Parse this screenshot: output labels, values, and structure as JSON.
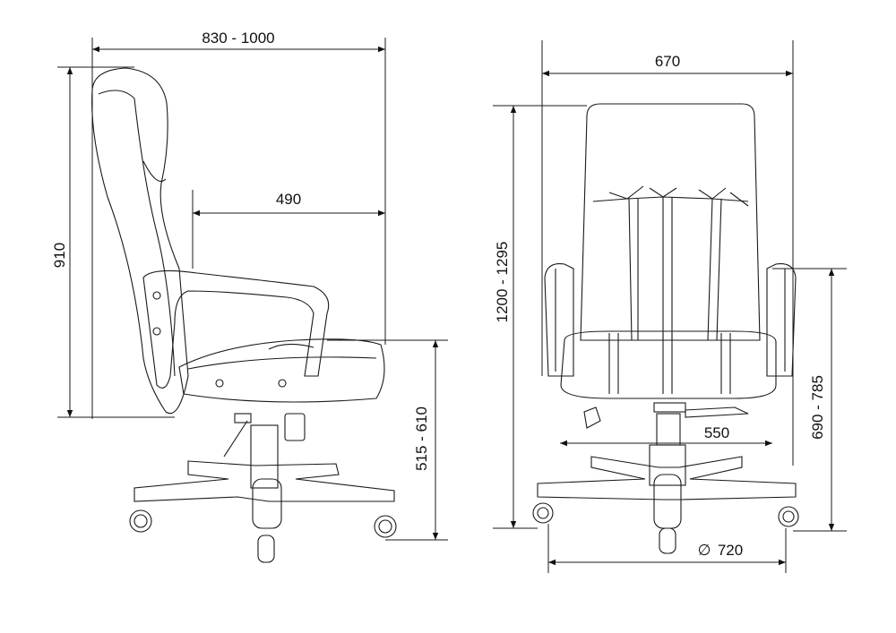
{
  "side_view": {
    "overall_depth": "830 - 1000",
    "back_height": "910",
    "seat_depth": "490",
    "seat_height": "515 - 610"
  },
  "front_view": {
    "overall_width": "670",
    "total_height": "1200 - 1295",
    "armrest_height": "690 - 785",
    "seat_width": "550",
    "base_diameter_symbol": "∅",
    "base_diameter": "720"
  },
  "colors": {
    "line": "#1a1a1a",
    "background": "#ffffff"
  }
}
